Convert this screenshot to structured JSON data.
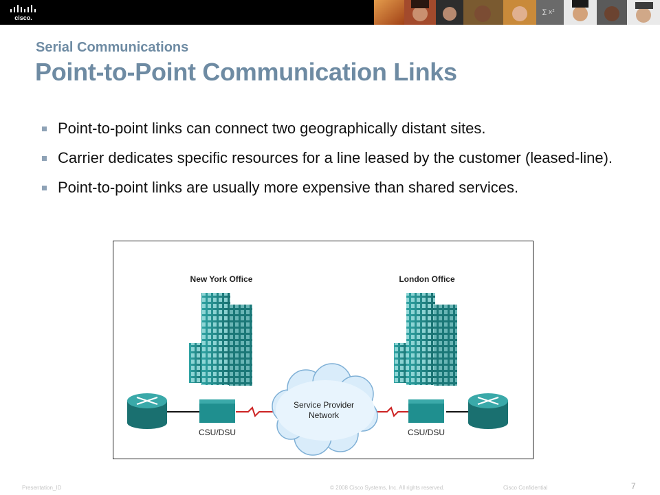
{
  "header": {
    "logo_text": "cisco"
  },
  "slide": {
    "subtitle": "Serial Communications",
    "title": "Point-to-Point Communication Links",
    "bullets": [
      "Point-to-point links can connect two geographically distant sites.",
      "Carrier dedicates specific resources for a line leased by the customer (leased-line).",
      "Point-to-point links are usually more expensive than shared services."
    ]
  },
  "diagram": {
    "left_site": "New York Office",
    "right_site": "London Office",
    "cloud_label_line1": "Service Provider",
    "cloud_label_line2": "Network",
    "left_device": "CSU/DSU",
    "right_device": "CSU/DSU"
  },
  "footer": {
    "presentation_id": "Presentation_ID",
    "copyright": "© 2008 Cisco Systems, Inc. All rights reserved.",
    "confidential": "Cisco Confidential",
    "page_number": "7"
  },
  "colors": {
    "title": "#6e8ba3",
    "teal": "#1f8f8f",
    "link_red": "#cc2222"
  }
}
